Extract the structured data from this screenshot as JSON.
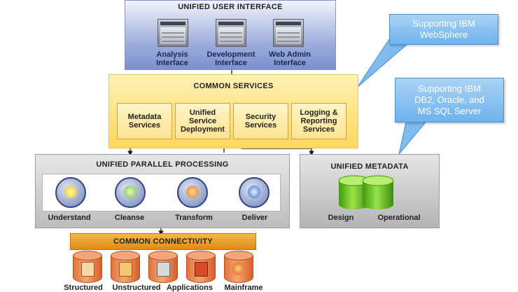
{
  "ui": {
    "title": "UNIFIED USER INTERFACE",
    "items": [
      "Analysis\nInterface",
      "Development\nInterface",
      "Web Admin\nInterface"
    ]
  },
  "services": {
    "title": "COMMON SERVICES",
    "items": [
      "Metadata\nServices",
      "Unified\nService\nDeployment",
      "Security\nServices",
      "Logging &\nReporting\nServices"
    ]
  },
  "parallel": {
    "title": "UNIFIED PARALLEL PROCESSING",
    "items": [
      "Understand",
      "Cleanse",
      "Transform",
      "Deliver"
    ]
  },
  "metadata": {
    "title": "UNIFIED METADATA",
    "items": [
      "Design",
      "Operational"
    ]
  },
  "connectivity": {
    "title": "COMMON CONNECTIVITY",
    "items": [
      "Structured",
      "Unstructured",
      "Applications",
      "Mainframe"
    ]
  },
  "callouts": {
    "websphere": "Supporting IBM\nWebSphere",
    "databases": "Supporting IBM\nDB2, Oracle, and\nMS SQL Server"
  },
  "colors": {
    "ui_panel": "#8fa1d6",
    "services_panel": "#ffe27a",
    "grey_panel": "#cfcfcf",
    "connectivity_bar": "#eea02f",
    "callout": "#7fbbee",
    "cylinder_green": "#5cc01c",
    "cylinder_orange": "#ee8a55"
  }
}
